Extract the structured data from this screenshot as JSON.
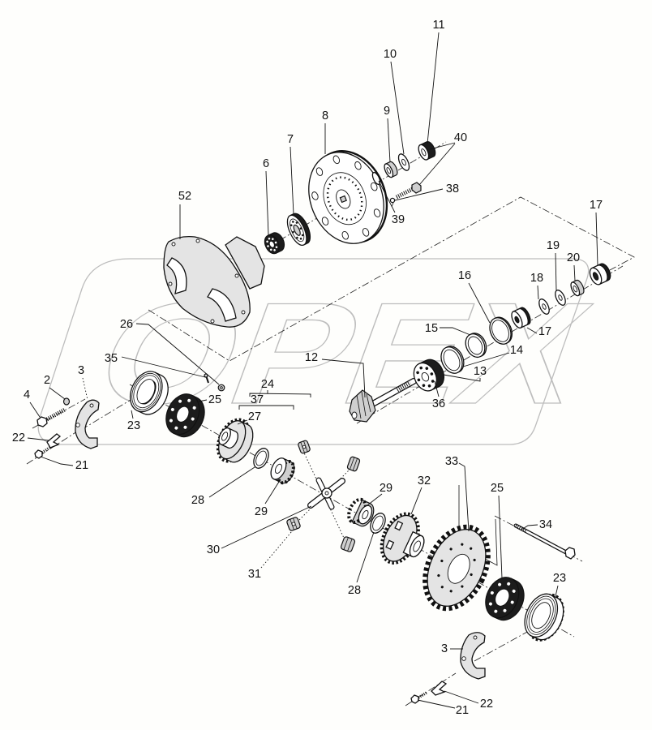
{
  "diagram": {
    "title": "Exploded view - final drive / differential assembly",
    "watermark": "OPEX",
    "callouts": {
      "housing_output": [
        "52",
        "6",
        "7",
        "8",
        "39",
        "9",
        "10",
        "11",
        "40",
        "38"
      ],
      "pinion": [
        "12",
        "36",
        "13",
        "14",
        "15",
        "16",
        "17",
        "18",
        "19",
        "20",
        "17"
      ],
      "differential_left": [
        "26",
        "35",
        "3",
        "2",
        "4",
        "22",
        "21",
        "23",
        "25",
        "24",
        "37",
        "27"
      ],
      "differential_center": [
        "28",
        "29",
        "30",
        "31",
        "29",
        "28",
        "32",
        "33"
      ],
      "differential_right": [
        "25",
        "34",
        "23",
        "3",
        "22",
        "21"
      ]
    }
  },
  "colors": {
    "ink": "#111111",
    "watermark": "#bdbdbd",
    "background": "#fefefc"
  }
}
